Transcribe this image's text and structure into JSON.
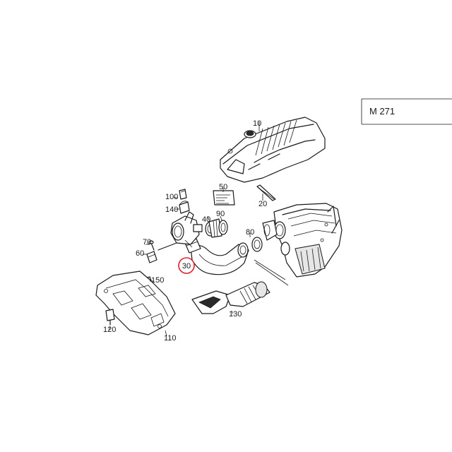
{
  "model_label": "M 271",
  "highlight_color": "#e0202a",
  "highlighted_part": "30",
  "parts": {
    "p10": "10",
    "p20": "20",
    "p30": "30",
    "p40": "40",
    "p50": "50",
    "p60": "60",
    "p70": "70",
    "p80": "80",
    "p90": "90",
    "p100": "100",
    "p110": "110",
    "p120": "120",
    "p130": "130",
    "p140": "140",
    "p150": "150"
  }
}
